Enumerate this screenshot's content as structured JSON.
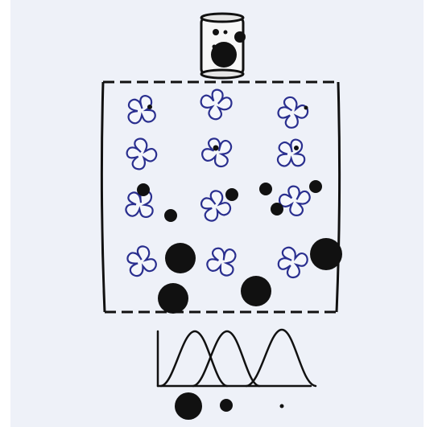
{
  "diagram": {
    "kind": "size-exclusion chromatography illustration",
    "colors": {
      "background_panel": "#eef1f8",
      "outline": "#111111",
      "bead_outline": "#2a2f8f",
      "bead_fill": "#f4f6fb",
      "molecule": "#111111"
    },
    "icons": {
      "sample_vial": "vial-icon",
      "porous_bead": "porous-bead-icon",
      "molecule": "molecule-dot-icon",
      "chromatogram": "elution-peaks-icon"
    },
    "porous_bead_count": 12,
    "elution_peak_count": 3,
    "molecule_sizes_in_legend": [
      "large",
      "medium",
      "small"
    ],
    "text": []
  }
}
